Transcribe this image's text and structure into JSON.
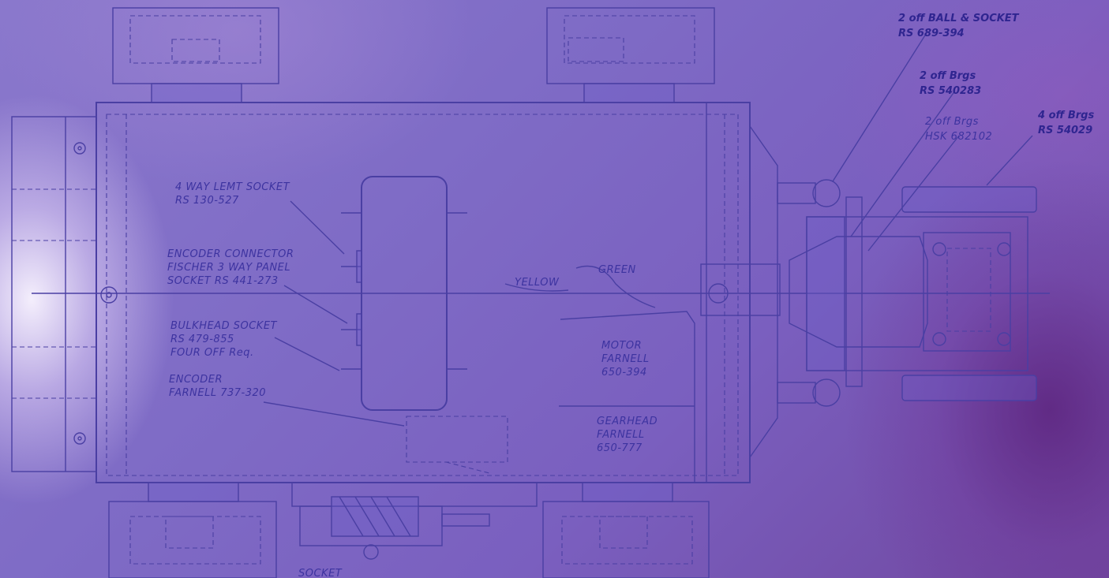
{
  "labels": {
    "socket_4way": [
      "4 WAY LEMT SOCKET",
      "RS 130-527"
    ],
    "encoder_connector": [
      "ENCODER CONNECTOR",
      "FISCHER 3 WAY PANEL",
      "SOCKET RS 441-273"
    ],
    "bulkhead_socket": [
      "BULKHEAD SOCKET",
      "RS 479-855",
      "FOUR OFF Req."
    ],
    "encoder": [
      "ENCODER",
      "FARNELL 737-320"
    ],
    "yellow": "YELLOW",
    "green": "GREEN",
    "motor": [
      "MOTOR",
      "FARNELL",
      "650-394"
    ],
    "gearhead": [
      "GEARHEAD",
      "FARNELL",
      "650-777"
    ],
    "ball_socket": [
      "2 off BALL & SOCKET",
      "RS 689-394"
    ],
    "brgs1": [
      "2 off Brgs",
      "RS 540283"
    ],
    "brgs2": [
      "2 off Brgs",
      "HSK 682102"
    ],
    "brgs3": [
      "4 off Brgs",
      "RS 54029"
    ],
    "bottom_partial": "SOCKET"
  }
}
